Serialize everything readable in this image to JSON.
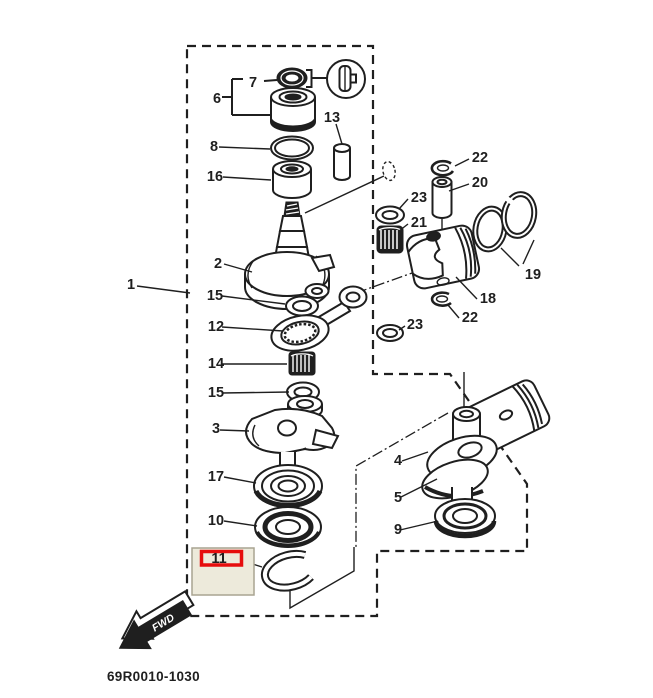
{
  "drawing": {
    "code": "69R0010-1030",
    "fwd_label": "FWD"
  },
  "highlighted_part": "11",
  "colors": {
    "line": "#1f1f1f",
    "background": "#ffffff",
    "highlight_box_fill": "#edeadb",
    "highlight_box_border": "#a8a491",
    "alert_red": "#e60d0d"
  },
  "callouts": [
    {
      "text": "1"
    },
    {
      "text": "6"
    },
    {
      "text": "7"
    },
    {
      "text": "8"
    },
    {
      "text": "16"
    },
    {
      "text": "13"
    },
    {
      "text": "2"
    },
    {
      "text": "15"
    },
    {
      "text": "12"
    },
    {
      "text": "14"
    },
    {
      "text": "15"
    },
    {
      "text": "3"
    },
    {
      "text": "17"
    },
    {
      "text": "10"
    },
    {
      "text": "11"
    },
    {
      "text": "22"
    },
    {
      "text": "20"
    },
    {
      "text": "23"
    },
    {
      "text": "21"
    },
    {
      "text": "19"
    },
    {
      "text": "18"
    },
    {
      "text": "22"
    },
    {
      "text": "23"
    },
    {
      "text": "4"
    },
    {
      "text": "5"
    },
    {
      "text": "9"
    }
  ]
}
